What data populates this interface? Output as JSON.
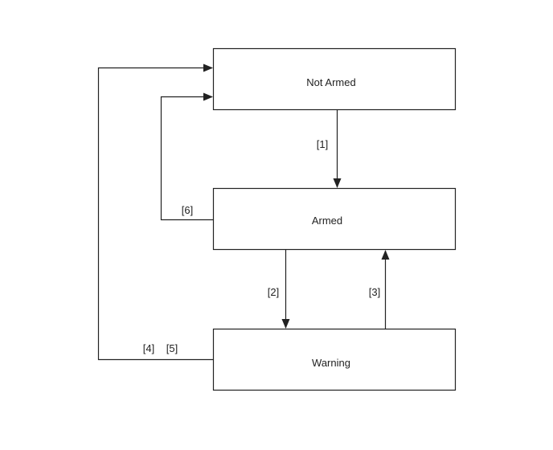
{
  "states": {
    "not_armed": "Not Armed",
    "armed": "Armed",
    "warning": "Warning"
  },
  "transitions": {
    "t1": "[1]",
    "t2": "[2]",
    "t3": "[3]",
    "t4": "[4]",
    "t5": "[5]",
    "t6": "[6]"
  },
  "edges": [
    {
      "from": "not_armed",
      "to": "armed",
      "label": "t1"
    },
    {
      "from": "armed",
      "to": "warning",
      "label": "t2"
    },
    {
      "from": "warning",
      "to": "armed",
      "label": "t3"
    },
    {
      "from": "warning",
      "to": "not_armed",
      "label": "t4"
    },
    {
      "from": "warning",
      "to": "not_armed",
      "label": "t5"
    },
    {
      "from": "armed",
      "to": "not_armed",
      "label": "t6"
    }
  ]
}
